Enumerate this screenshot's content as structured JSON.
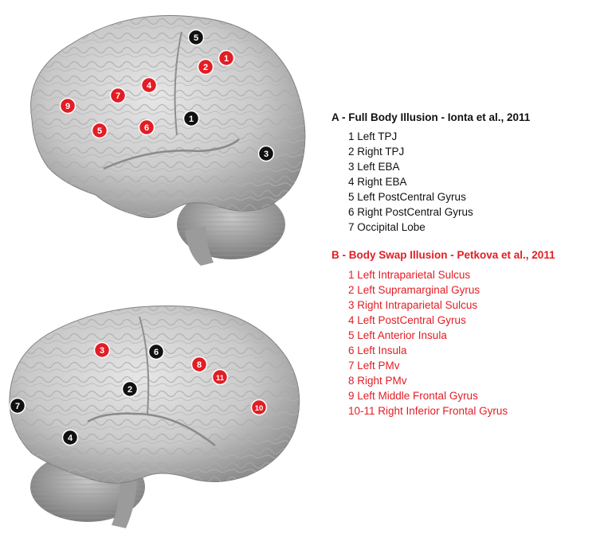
{
  "colors": {
    "red": "#e21d25",
    "black": "#111111",
    "brain_light": "#dcdcdc",
    "brain_dark": "#8c8c8c"
  },
  "panel_a": {
    "heading": "A - Full Body Illusion - Ionta et al., 2011",
    "items": [
      "1 Left TPJ",
      "2 Right TPJ",
      "3 Left EBA",
      "4 Right EBA",
      "5 Left PostCentral Gyrus",
      "6 Right PostCentral Gyrus",
      "7 Occipital Lobe"
    ]
  },
  "panel_b": {
    "heading": "B - Body Swap Illusion - Petkova et al., 2011",
    "items": [
      "1 Left Intraparietal Sulcus",
      "2 Left Supramarginal Gyrus",
      "3 Right Intraparietal Sulcus",
      "4 Left PostCentral Gyrus",
      "5 Left Anterior Insula",
      "6 Left Insula",
      "7 Left PMv",
      "8 Right PMv",
      "9 Left Middle Frontal Gyrus",
      "10-11 Right Inferior Frontal Gyrus"
    ]
  },
  "upper_brain_markers": [
    {
      "label": "5",
      "color": "black"
    },
    {
      "label": "1",
      "color": "red"
    },
    {
      "label": "2",
      "color": "red"
    },
    {
      "label": "4",
      "color": "red"
    },
    {
      "label": "7",
      "color": "red"
    },
    {
      "label": "9",
      "color": "red"
    },
    {
      "label": "1",
      "color": "black"
    },
    {
      "label": "5",
      "color": "red"
    },
    {
      "label": "6",
      "color": "red"
    },
    {
      "label": "3",
      "color": "black"
    }
  ],
  "lower_brain_markers": [
    {
      "label": "3",
      "color": "red"
    },
    {
      "label": "6",
      "color": "black"
    },
    {
      "label": "8",
      "color": "red"
    },
    {
      "label": "11",
      "color": "red"
    },
    {
      "label": "2",
      "color": "black"
    },
    {
      "label": "10",
      "color": "red"
    },
    {
      "label": "7",
      "color": "black"
    },
    {
      "label": "4",
      "color": "black"
    }
  ]
}
